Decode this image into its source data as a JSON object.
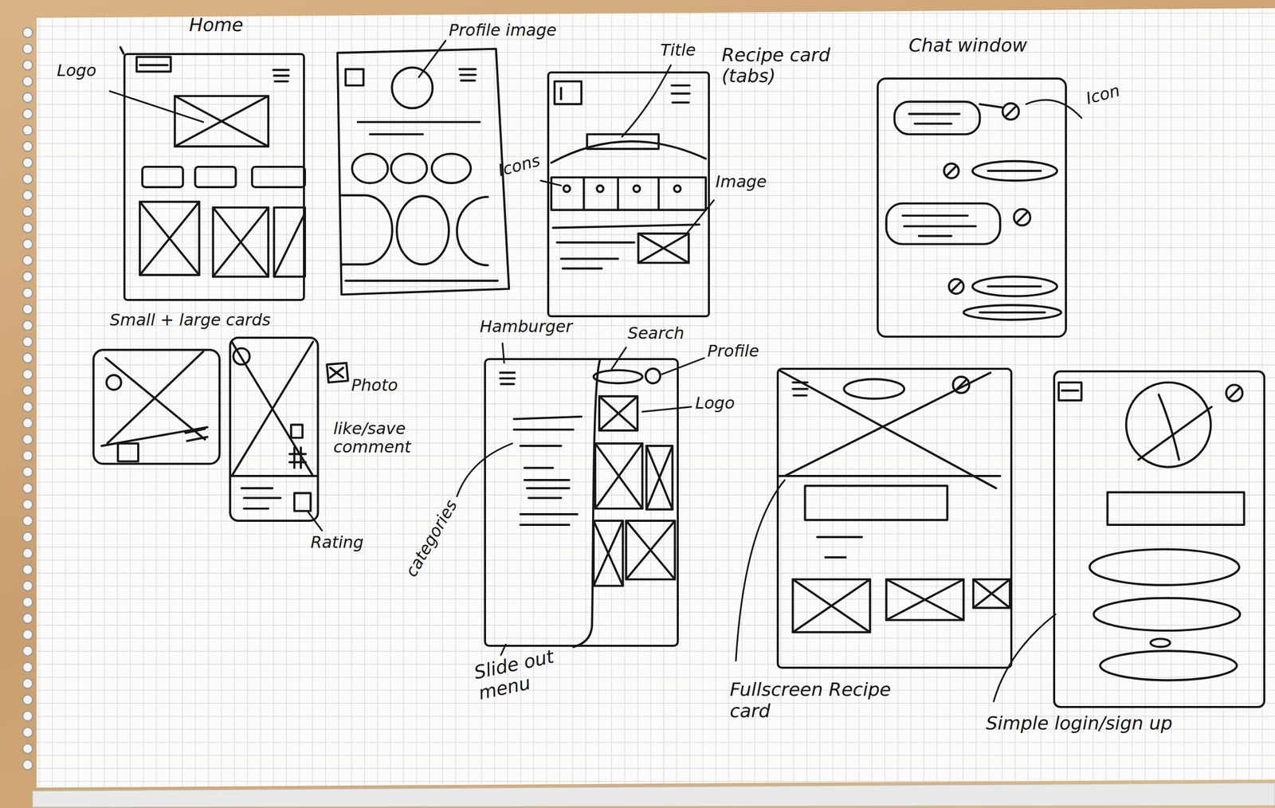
{
  "diagram": {
    "nodes": [
      {
        "text": [
          "Home"
        ]
      },
      {
        "text": [
          "Recipe card (tabs)"
        ]
      },
      {
        "text": [
          "Chat window"
        ]
      },
      {
        "text": [
          "Slide out menu"
        ]
      },
      {
        "text": [
          "Fullscreen Recipe card"
        ]
      },
      {
        "text": [
          "Simple login/sign up"
        ]
      }
    ],
    "labels": [
      "Logo",
      "Profile image",
      "Title",
      "Icons",
      "Image",
      "Icon",
      "Small + large cards",
      "Photo",
      "like/save comment",
      "Rating",
      "Hamburger",
      "Search",
      "Profile",
      "Logo",
      "categories"
    ]
  }
}
